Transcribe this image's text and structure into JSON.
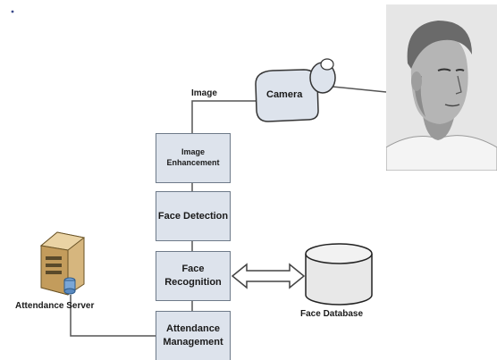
{
  "diagram": {
    "labels": {
      "image": "Image",
      "camera": "Camera",
      "image_enhancement": "Image Enhancement",
      "face_detection": "Face Detection",
      "face_recognition": "Face Recognition",
      "attendance_management": "Attendance Management",
      "attendance_server": "Attendance Server",
      "face_database": "Face Database"
    },
    "colors": {
      "box_fill": "#dde3ec",
      "box_border": "#6e7a89",
      "line": "#555555",
      "db_fill": "#e6e6e6"
    },
    "icons": [
      "camera-icon",
      "server-icon",
      "database-icon",
      "double-arrow-icon",
      "person-photo"
    ]
  }
}
